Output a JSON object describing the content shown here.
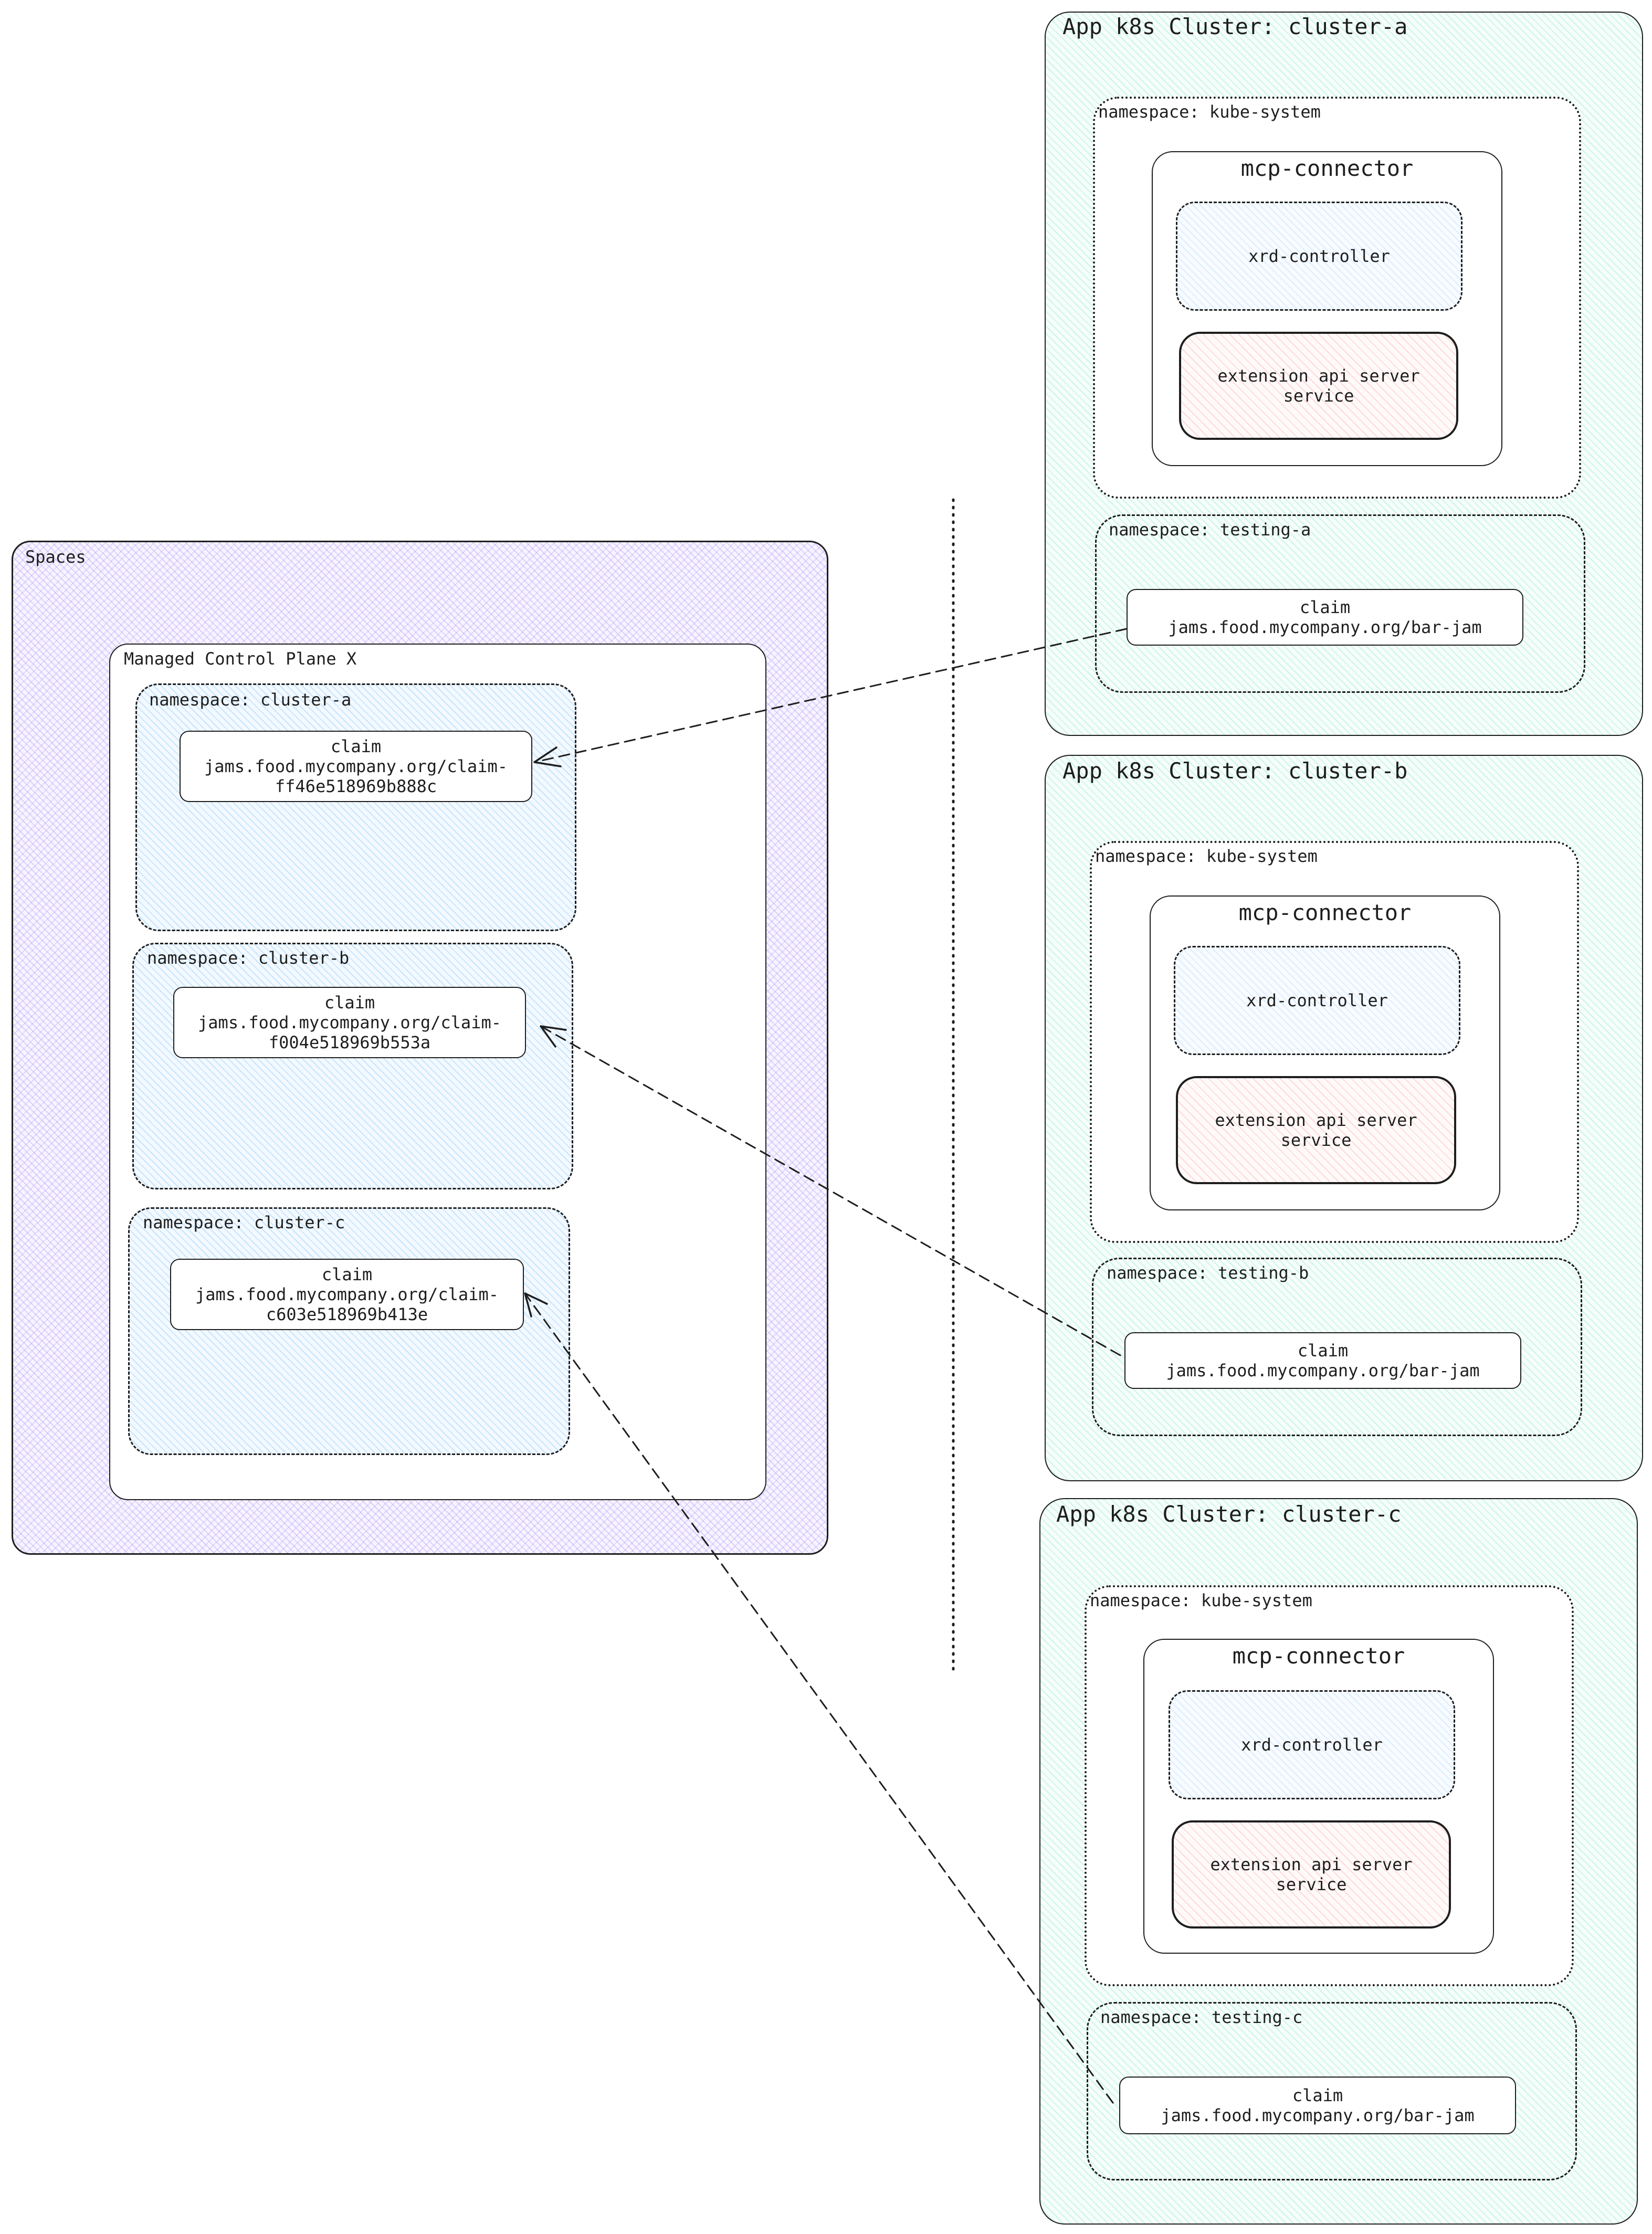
{
  "spaces": {
    "title": "Spaces"
  },
  "mcp": {
    "title": "Managed Control Plane X"
  },
  "mcp_namespaces": [
    {
      "label": "namespace: cluster-a",
      "claim": [
        "claim",
        "jams.food.mycompany.org/claim-",
        "ff46e518969b888c"
      ]
    },
    {
      "label": "namespace: cluster-b",
      "claim": [
        "claim",
        "jams.food.mycompany.org/claim-",
        "f004e518969b553a"
      ]
    },
    {
      "label": "namespace: cluster-c",
      "claim": [
        "claim",
        "jams.food.mycompany.org/claim-",
        "c603e518969b413e"
      ]
    }
  ],
  "clusters": [
    {
      "title": "App k8s Cluster: cluster-a",
      "kube_ns": "namespace: kube-system",
      "connector": "mcp-connector",
      "xrd": "xrd-controller",
      "ext": [
        "extension api server",
        "service"
      ],
      "testing_ns": "namespace: testing-a",
      "claim": [
        "claim",
        "jams.food.mycompany.org/bar-jam"
      ]
    },
    {
      "title": "App k8s Cluster: cluster-b",
      "kube_ns": "namespace: kube-system",
      "connector": "mcp-connector",
      "xrd": "xrd-controller",
      "ext": [
        "extension api server",
        "service"
      ],
      "testing_ns": "namespace: testing-b",
      "claim": [
        "claim",
        "jams.food.mycompany.org/bar-jam"
      ]
    },
    {
      "title": "App k8s Cluster: cluster-c",
      "kube_ns": "namespace: kube-system",
      "connector": "mcp-connector",
      "xrd": "xrd-controller",
      "ext": [
        "extension api server",
        "service"
      ],
      "testing_ns": "namespace: testing-c",
      "claim": [
        "claim",
        "jams.food.mycompany.org/bar-jam"
      ]
    }
  ],
  "colors": {
    "spaces_fill": "#9775fa",
    "namespace_fill": "#74c0fc",
    "cluster_fill": "#63e6be",
    "extension_fill": "#ffa8a8",
    "stroke": "#1e1e1e"
  }
}
